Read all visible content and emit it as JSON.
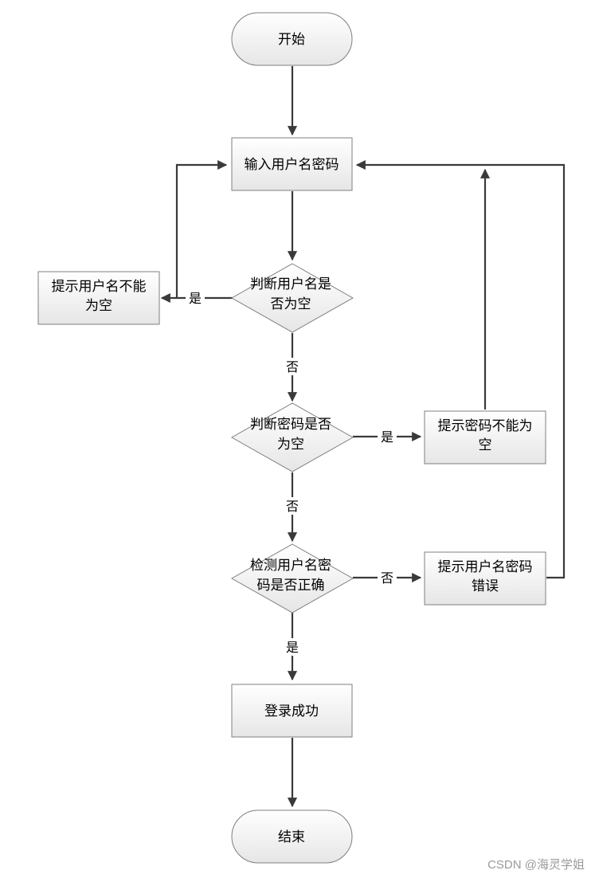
{
  "nodes": {
    "start": "开始",
    "input": "输入用户名密码",
    "check_username": [
      "判断用户名是",
      "否为空"
    ],
    "prompt_username_empty": [
      "提示用户名不能",
      "为空"
    ],
    "check_password": [
      "判断密码是否",
      "为空"
    ],
    "prompt_password_empty": [
      "提示密码不能为",
      "空"
    ],
    "verify": [
      "检测用户名密",
      "码是否正确"
    ],
    "prompt_wrong": [
      "提示用户名密码",
      "错误"
    ],
    "success": "登录成功",
    "end": "结束"
  },
  "edges": {
    "username_empty_yes": "是",
    "username_empty_no": "否",
    "password_empty_yes": "是",
    "password_empty_no": "否",
    "verify_no": "否",
    "verify_yes": "是"
  },
  "watermark": "CSDN @海灵学姐",
  "colors": {
    "line": "#3a3a3a",
    "shape_border": "#7f7f7f",
    "shape_fill_top": "#ffffff",
    "shape_fill_bottom": "#e6e6e6"
  }
}
